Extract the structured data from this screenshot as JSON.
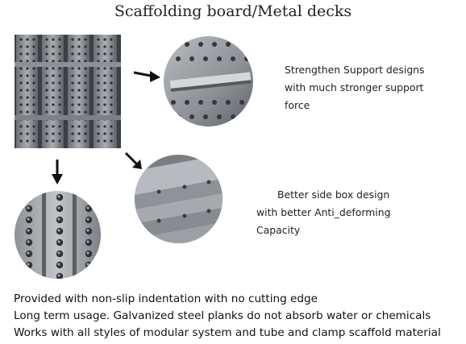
{
  "title": "Scaffolding board/Metal decks",
  "callouts": [
    {
      "lines": [
        "Strengthen Support designs",
        "with much stronger support",
        "force"
      ]
    },
    {
      "lines": [
        "Better side box design",
        "with better Anti_deforming",
        "Capacity"
      ]
    }
  ],
  "features": [
    "Provided with non-slip indentation with no cutting edge",
    "Long term usage. Galvanized steel planks do not absorb water or chemicals",
    "Works with all styles of modular system and tube and clamp scaffold material"
  ]
}
